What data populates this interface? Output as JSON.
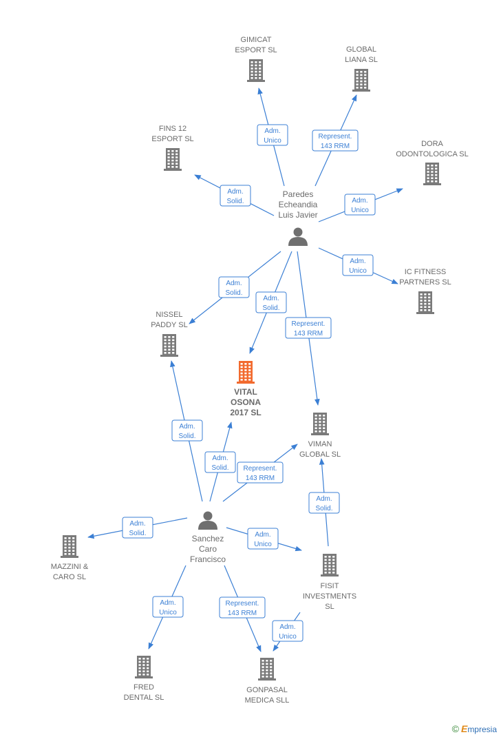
{
  "colors": {
    "edge": "#3b7fd4",
    "company": "#7a7a7a",
    "focus_company": "#f26a2e",
    "person": "#6f6f6f",
    "label_text": "#6a6a6a"
  },
  "brand": {
    "copyright": "©",
    "e": "E",
    "rest": "mpresia"
  },
  "nodes": [
    {
      "id": "gimicat",
      "kind": "company",
      "lines": [
        "GIMICAT",
        "ESPORT SL"
      ],
      "icon": "building-icon"
    },
    {
      "id": "global_liana",
      "kind": "company",
      "lines": [
        "GLOBAL",
        "LIANA SL"
      ],
      "icon": "building-icon"
    },
    {
      "id": "fins12",
      "kind": "company",
      "lines": [
        "FINS 12",
        "ESPORT SL"
      ],
      "icon": "building-icon"
    },
    {
      "id": "dora",
      "kind": "company",
      "lines": [
        "DORA",
        "ODONTOLOGICA SL"
      ],
      "icon": "building-icon"
    },
    {
      "id": "icfitness",
      "kind": "company",
      "lines": [
        "IC FITNESS",
        "PARTNERS SL"
      ],
      "icon": "building-icon"
    },
    {
      "id": "nissel",
      "kind": "company",
      "lines": [
        "NISSEL",
        "PADDY SL"
      ],
      "icon": "building-icon"
    },
    {
      "id": "vital",
      "kind": "company",
      "focus": true,
      "lines": [
        "VITAL",
        "OSONA",
        "2017 SL"
      ],
      "icon": "building-icon"
    },
    {
      "id": "viman",
      "kind": "company",
      "lines": [
        "VIMAN",
        "GLOBAL SL"
      ],
      "icon": "building-icon"
    },
    {
      "id": "mazzini",
      "kind": "company",
      "lines": [
        "MAZZINI &",
        "CARO SL"
      ],
      "icon": "building-icon"
    },
    {
      "id": "fisit",
      "kind": "company",
      "lines": [
        "FISIT",
        "INVESTMENTS",
        "SL"
      ],
      "icon": "building-icon"
    },
    {
      "id": "fred",
      "kind": "company",
      "lines": [
        "FRED",
        "DENTAL SL"
      ],
      "icon": "building-icon"
    },
    {
      "id": "gonpasal",
      "kind": "company",
      "lines": [
        "GONPASAL",
        "MEDICA SLL"
      ],
      "icon": "building-icon"
    },
    {
      "id": "paredes",
      "kind": "person",
      "lines": [
        "Paredes",
        "Echeandia",
        "Luis Javier"
      ],
      "icon": "person-icon"
    },
    {
      "id": "sanchez",
      "kind": "person",
      "lines": [
        "Sanchez",
        "Caro",
        "Francisco"
      ],
      "icon": "person-icon"
    }
  ],
  "edges": [
    {
      "id": "e1",
      "lines": [
        "Adm.",
        "Unico"
      ]
    },
    {
      "id": "e2",
      "lines": [
        "Represent.",
        "143 RRM"
      ]
    },
    {
      "id": "e3",
      "lines": [
        "Adm.",
        "Solid."
      ]
    },
    {
      "id": "e4",
      "lines": [
        "Adm.",
        "Unico"
      ]
    },
    {
      "id": "e5",
      "lines": [
        "Adm.",
        "Unico"
      ]
    },
    {
      "id": "e6",
      "lines": [
        "Adm.",
        "Solid."
      ]
    },
    {
      "id": "e7",
      "lines": [
        "Adm.",
        "Solid."
      ]
    },
    {
      "id": "e8",
      "lines": [
        "Represent.",
        "143 RRM"
      ]
    },
    {
      "id": "e9",
      "lines": [
        "Adm.",
        "Solid."
      ]
    },
    {
      "id": "e10",
      "lines": [
        "Adm.",
        "Solid."
      ]
    },
    {
      "id": "e11",
      "lines": [
        "Represent.",
        "143 RRM"
      ]
    },
    {
      "id": "e12",
      "lines": [
        "Adm.",
        "Solid."
      ]
    },
    {
      "id": "e13",
      "lines": [
        "Adm.",
        "Unico"
      ]
    },
    {
      "id": "e14",
      "lines": [
        "Adm.",
        "Solid."
      ]
    },
    {
      "id": "e15",
      "lines": [
        "Adm.",
        "Unico"
      ]
    },
    {
      "id": "e16",
      "lines": [
        "Represent.",
        "143 RRM"
      ]
    },
    {
      "id": "e17",
      "lines": [
        "Adm.",
        "Unico"
      ]
    }
  ]
}
